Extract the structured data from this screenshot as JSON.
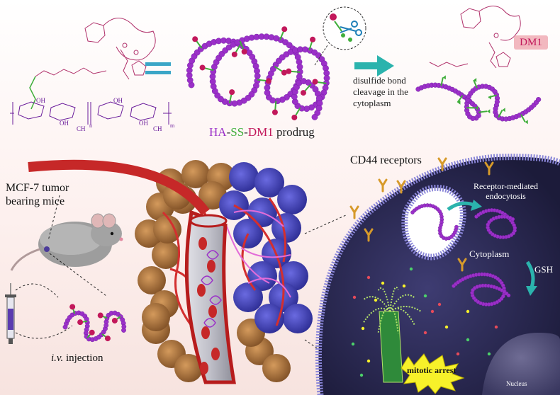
{
  "colors": {
    "polymer": "#9b30c8",
    "polymer_dark": "#6a1b9a",
    "linker_green": "#3fae3a",
    "drug_red": "#c2185b",
    "vessel_red": "#d32f2f",
    "tumor_brown": "#a36b3a",
    "tumor_blue": "#3f3fbf",
    "cell_dark": "#2a2950",
    "membrane": "#8a86d8",
    "receptor": "#d79a2a",
    "arrow_teal": "#2bb3ad",
    "arrest_yellow": "#f7f12a"
  },
  "top": {
    "structure_labels": {
      "c1": "OH",
      "c2": "OH",
      "c3": "OH",
      "c4": "OH",
      "ch3_left": "CH",
      "ch3_right": "CH",
      "sub_n": "n",
      "sub_m": "m"
    },
    "prodrug_title": {
      "ha": "HA",
      "sep1": "-",
      "ss": "SS",
      "sep2": "-",
      "dm1": "DM1",
      "suffix": " prodrug"
    },
    "cleavage_text": [
      "disulfide bond",
      "cleavage in the",
      "cytoplasm"
    ],
    "dm1_badge": "DM1"
  },
  "bottom": {
    "mouse_label": [
      "MCF-7 tumor",
      "bearing mice"
    ],
    "injection_label": {
      "italic": "i.v.",
      "rest": " injection"
    },
    "cd44": "CD44 receptors",
    "endocytosis": [
      "Receptor-mediated",
      "endocytosis"
    ],
    "cytoplasm": "Cytoplasm",
    "gsh": "GSH",
    "mitotic_arrest": "mitotic arrest",
    "nucleus": "Nucleus"
  },
  "icons": {
    "scissors": "scissors-icon",
    "syringe": "syringe-icon",
    "mouse": "mouse-icon"
  }
}
